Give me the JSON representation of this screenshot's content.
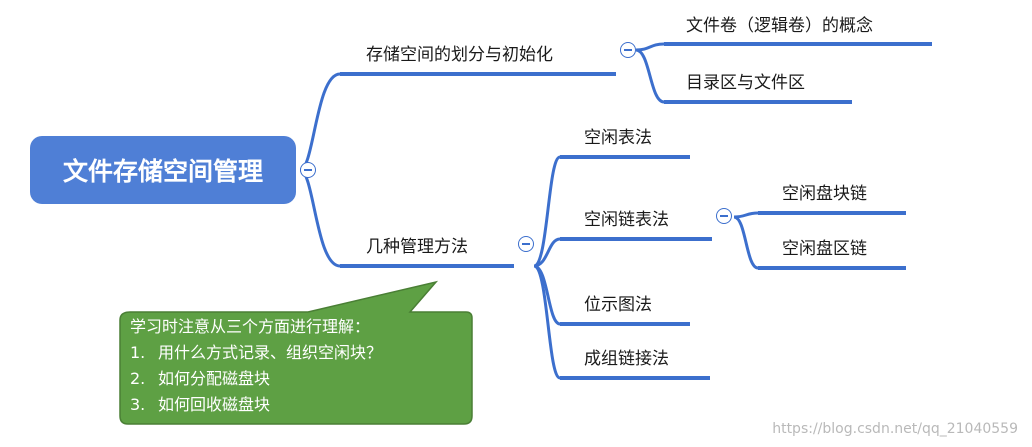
{
  "root": {
    "label": "文件存储空间管理"
  },
  "branches": [
    {
      "label": "存储空间的划分与初始化",
      "children": [
        {
          "label": "文件卷（逻辑卷）的概念"
        },
        {
          "label": "目录区与文件区"
        }
      ]
    },
    {
      "label": "几种管理方法",
      "children": [
        {
          "label": "空闲表法"
        },
        {
          "label": "空闲链表法",
          "children": [
            {
              "label": "空闲盘块链"
            },
            {
              "label": "空闲盘区链"
            }
          ]
        },
        {
          "label": "位示图法"
        },
        {
          "label": "成组链接法"
        }
      ]
    }
  ],
  "callout": {
    "title": "学习时注意从三个方面进行理解：",
    "items": [
      {
        "num": "1.",
        "text": "用什么方式记录、组织空闲块？"
      },
      {
        "num": "2.",
        "text": "如何分配磁盘块"
      },
      {
        "num": "3.",
        "text": "如何回收磁盘块"
      }
    ]
  },
  "colors": {
    "root_fill": "#4f7fd6",
    "line": "#3c6fcd",
    "callout_fill": "#5ea044",
    "callout_border": "#4a7f35"
  },
  "watermark": "https://blog.csdn.net/qq_21040559"
}
